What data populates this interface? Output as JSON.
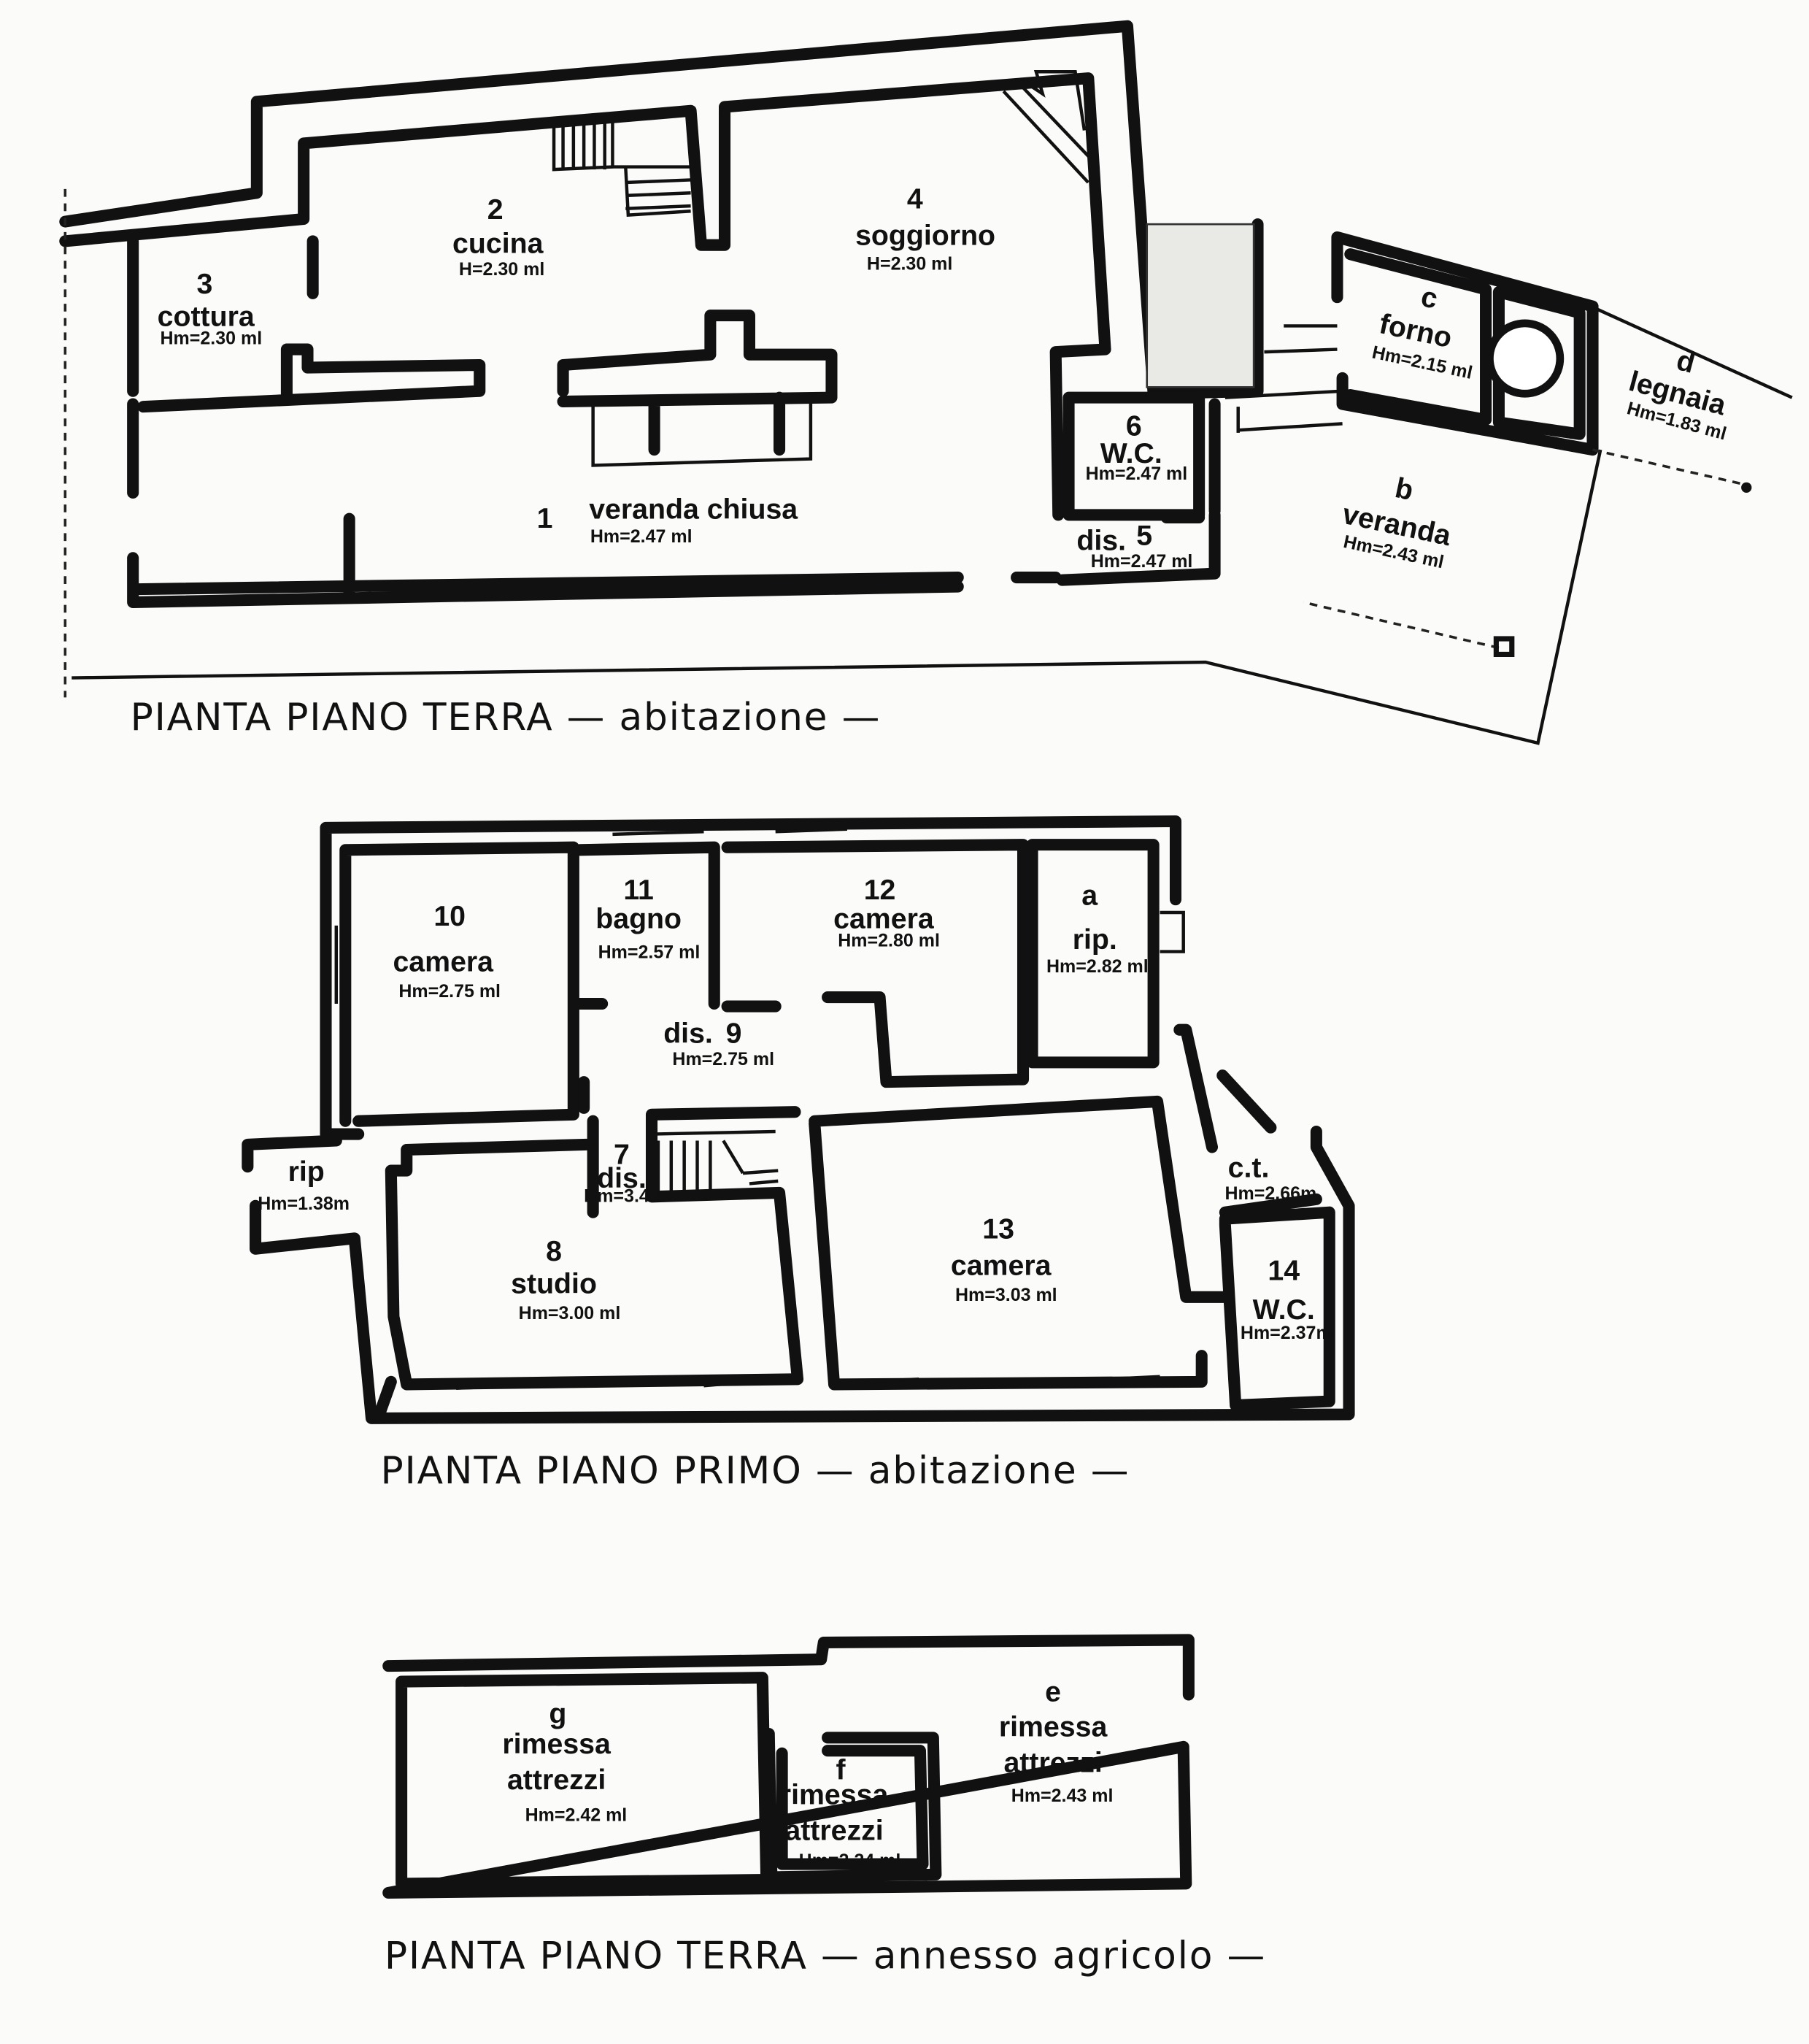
{
  "plans": [
    {
      "title": "PIANTA PIANO TERRA — abitazione —",
      "rooms": [
        {
          "num": "1",
          "name": "veranda chiusa",
          "height": "Hm=2.47 ml"
        },
        {
          "num": "2",
          "name": "cucina",
          "height": "H=2.30 ml"
        },
        {
          "num": "3",
          "name": "cottura",
          "height": "Hm=2.30 ml"
        },
        {
          "num": "4",
          "name": "soggiorno",
          "height": "H=2.30 ml"
        },
        {
          "num": "5",
          "name": "dis.",
          "height": "Hm=2.47 ml"
        },
        {
          "num": "6",
          "name": "W.C.",
          "height": "Hm=2.47 ml"
        },
        {
          "num": "b",
          "name": "veranda",
          "height": "Hm=2.43 ml"
        },
        {
          "num": "c",
          "name": "forno",
          "height": "Hm=2.15 ml"
        },
        {
          "num": "d",
          "name": "legnaia",
          "height": "Hm=1.83 ml"
        }
      ]
    },
    {
      "title": "PIANTA PIANO PRIMO — abitazione —",
      "rooms": [
        {
          "num": "7",
          "name": "dis.",
          "height": "Hm=3.40"
        },
        {
          "num": "8",
          "name": "studio",
          "height": "Hm=3.00 ml"
        },
        {
          "num": "9",
          "name": "dis.",
          "height": "Hm=2.75 ml"
        },
        {
          "num": "10",
          "name": "camera",
          "height": "Hm=2.75 ml"
        },
        {
          "num": "11",
          "name": "bagno",
          "height": "Hm=2.57 ml"
        },
        {
          "num": "12",
          "name": "camera",
          "height": "Hm=2.80 ml"
        },
        {
          "num": "13",
          "name": "camera",
          "height": "Hm=3.03 ml"
        },
        {
          "num": "14",
          "name": "W.C.",
          "height": "Hm=2.37m"
        },
        {
          "num": "a",
          "name": "rip.",
          "height": "Hm=2.82 ml"
        },
        {
          "num": "",
          "name": "rip",
          "height": "Hm=1.38m"
        },
        {
          "num": "",
          "name": "c.t.",
          "height": "Hm=2.66m"
        }
      ]
    },
    {
      "title": "PIANTA PIANO TERRA — annesso agricolo —",
      "rooms": [
        {
          "num": "e",
          "name": "rimessa attrezzi",
          "height": "Hm=2.43 ml"
        },
        {
          "num": "f",
          "name": "rimessa attrezzi",
          "height": "Hm=2.24 ml"
        },
        {
          "num": "g",
          "name": "rimessa attrezzi",
          "height": "Hm=2.42 ml"
        }
      ]
    }
  ]
}
